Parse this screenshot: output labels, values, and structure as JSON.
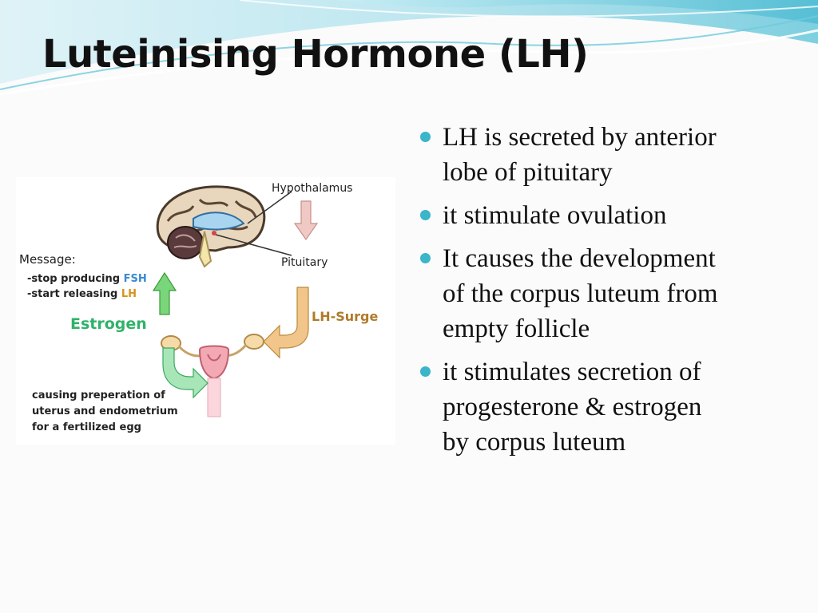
{
  "slide": {
    "title": "Luteinising Hormone (LH)",
    "accent_color": "#3ab5c9"
  },
  "bullets": [
    {
      "lines": [
        "LH is secreted by anterior",
        "lobe of pituitary"
      ]
    },
    {
      "lines": [
        "it stimulate ovulation"
      ]
    },
    {
      "lines": [
        "It causes the development",
        "of the corpus luteum from",
        "empty follicle"
      ]
    },
    {
      "lines": [
        "it stimulates secretion of",
        "progesterone & estrogen",
        "by corpus luteum"
      ]
    }
  ],
  "diagram": {
    "hypothalamus_label": "Hypothalamus",
    "pituitary_label": "Pituitary",
    "message_title": "Message:",
    "message_line1_prefix": "-stop producing ",
    "message_line1_hormone": "FSH",
    "message_line2_prefix": "-start releasing ",
    "message_line2_hormone": "LH",
    "estrogen_label": "Estrogen",
    "lh_surge_label": "LH-Surge",
    "caption_lines": [
      "causing preperation of",
      "uterus and endometrium",
      "for a fertilized egg"
    ],
    "colors": {
      "estrogen": "#2fb26a",
      "lh_surge": "#b07a2a",
      "fsh": "#3a8ad0",
      "lh": "#d8921a",
      "down_arrow": "#f1c9c4",
      "up_arrow": "#7ad67a",
      "surge_arrow": "#f2c58a"
    }
  }
}
